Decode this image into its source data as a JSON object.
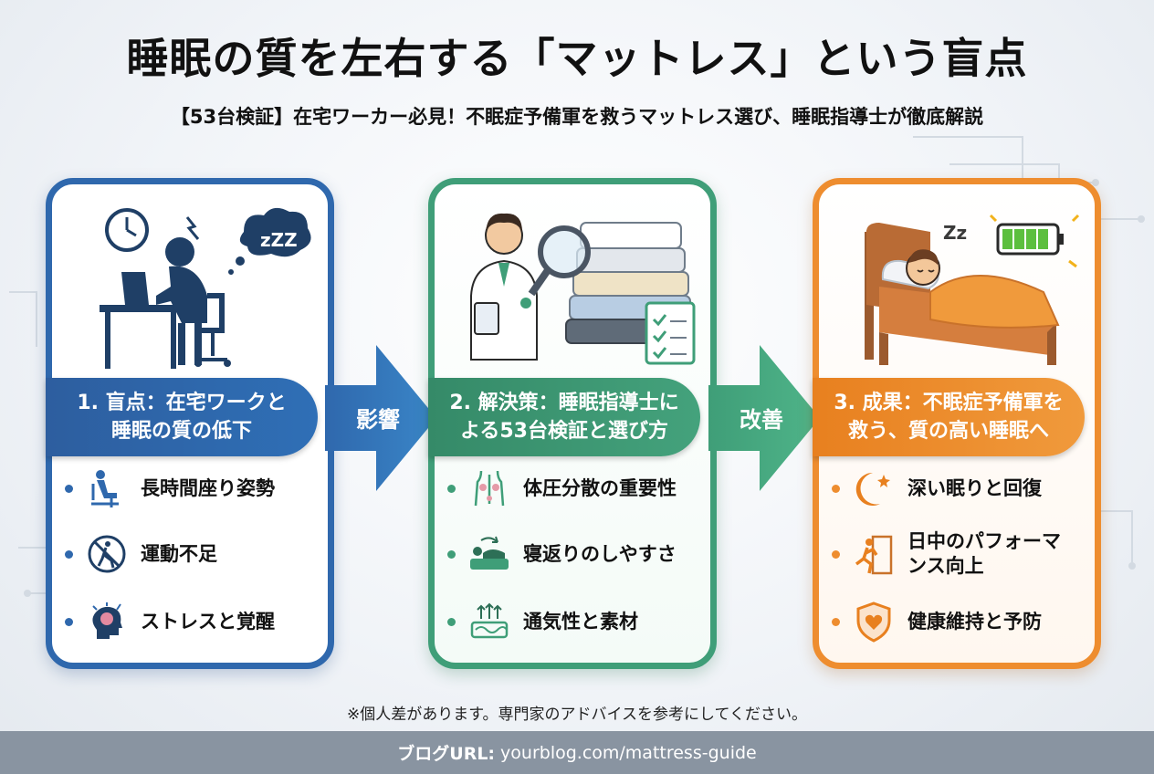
{
  "title": "睡眠の質を左右する「マットレス」という盲点",
  "subtitle": "【53台検証】在宅ワーカー必見！不眠症予備軍を救うマットレス選び、睡眠指導士が徹底解説",
  "cards": [
    {
      "heading": "1. 盲点：在宅ワークと\n睡眠の質の低下",
      "items": [
        {
          "icon": "sitting-posture-icon",
          "label": "長時間座り姿勢"
        },
        {
          "icon": "no-exercise-icon",
          "label": "運動不足"
        },
        {
          "icon": "stress-brain-icon",
          "label": "ストレスと覚醒"
        }
      ]
    },
    {
      "heading": "2. 解決策：睡眠指導士に\nよる53台検証と選び方",
      "items": [
        {
          "icon": "body-pressure-icon",
          "label": "体圧分散の重要性"
        },
        {
          "icon": "turning-over-icon",
          "label": "寝返りのしやすさ"
        },
        {
          "icon": "ventilation-icon",
          "label": "通気性と素材"
        }
      ]
    },
    {
      "heading": "3. 成果：不眠症予備軍を\n救う、質の高い睡眠へ",
      "items": [
        {
          "icon": "moon-stars-icon",
          "label": "深い眠りと回復"
        },
        {
          "icon": "running-person-icon",
          "label": "日中のパフォーマ\nンス向上"
        },
        {
          "icon": "heart-shield-icon",
          "label": "健康維持と予防"
        }
      ]
    }
  ],
  "arrows": [
    "影響",
    "改善"
  ],
  "note": "※個人差があります。専門家のアドバイスを参考にしてください。",
  "footer": {
    "label": "ブログURL:",
    "url": "yourblog.com/mattress-guide"
  },
  "colors": {
    "blue": "#2f68ad",
    "green": "#3f9e78",
    "orange": "#ee8d2f",
    "footer": "#8994a1"
  }
}
